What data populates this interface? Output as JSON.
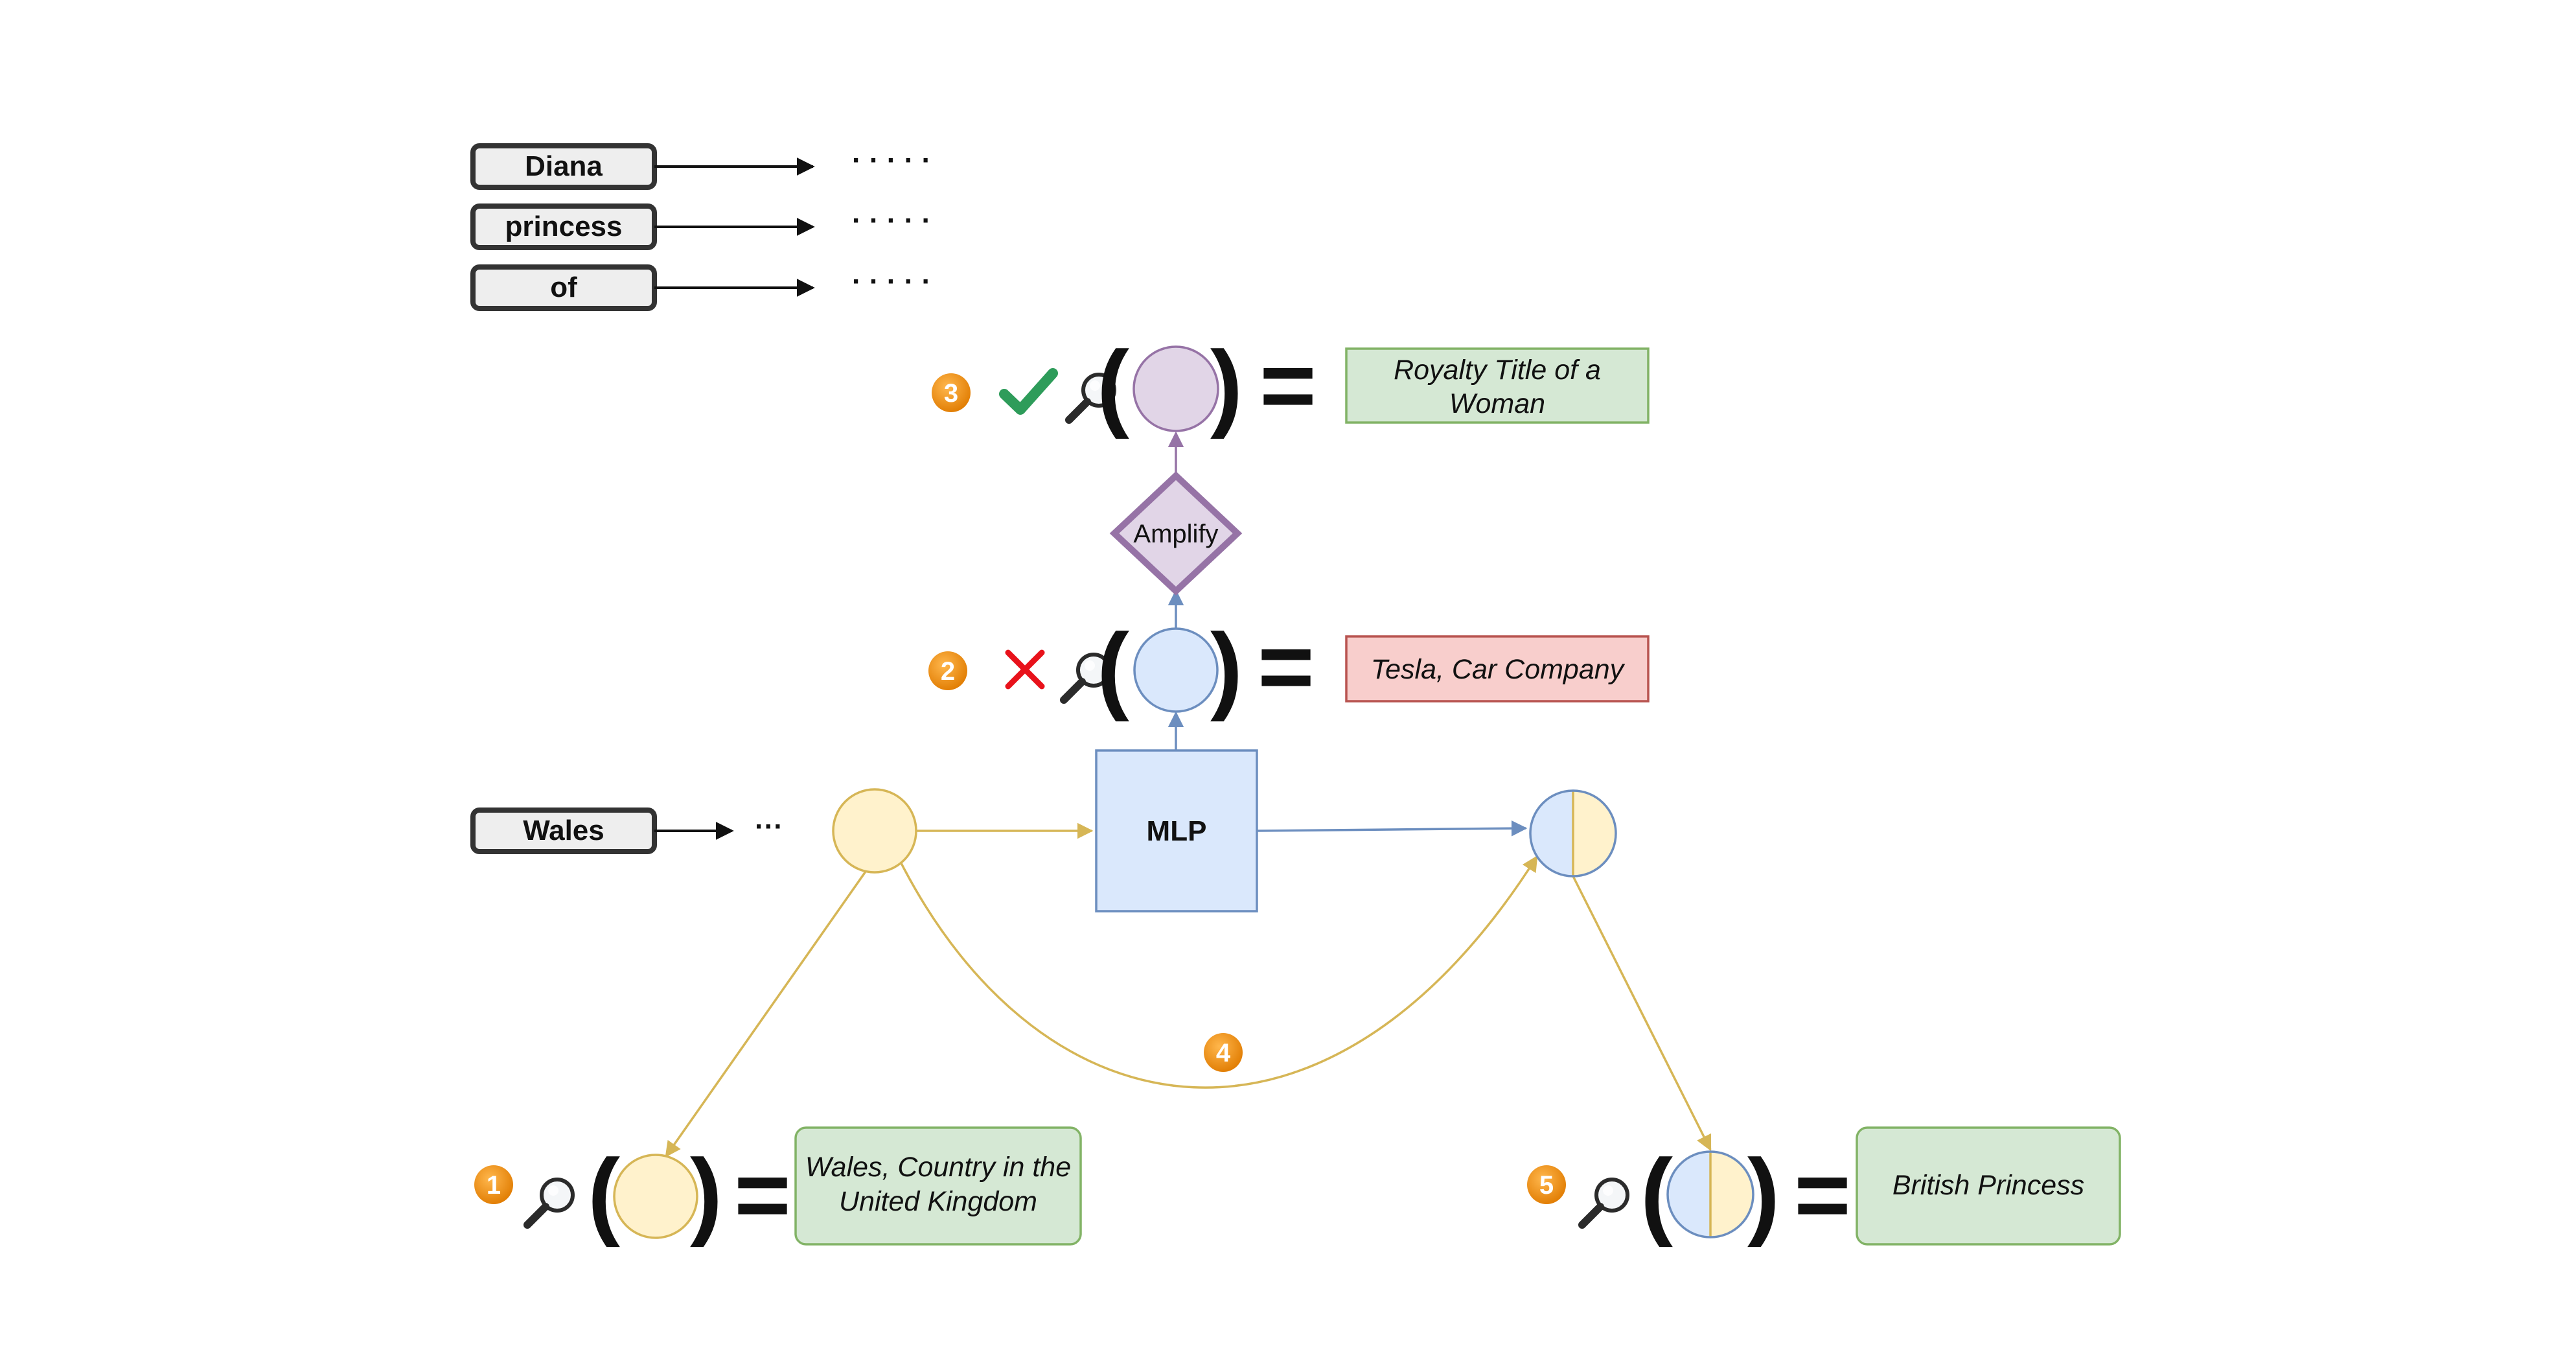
{
  "tokens": [
    {
      "label": "Diana",
      "continuation": "· · · · ·"
    },
    {
      "label": "princess",
      "continuation": "· · · · ·"
    },
    {
      "label": "of",
      "continuation": "· · · · ·"
    },
    {
      "label": "Wales",
      "continuation": "···"
    }
  ],
  "nodes": {
    "mlp": "MLP",
    "amplify": "Amplify"
  },
  "steps": [
    {
      "number": "1",
      "result": [
        "Wales, Country in the",
        "United Kingdom"
      ],
      "result_color": "#d5e8d4"
    },
    {
      "number": "2",
      "mark": "cross",
      "result": [
        "Tesla, Car Company"
      ],
      "result_color": "#f8cecc"
    },
    {
      "number": "3",
      "mark": "check",
      "result": [
        "Royalty Title of a",
        "Woman"
      ],
      "result_color": "#d5e8d4"
    },
    {
      "number": "4"
    },
    {
      "number": "5",
      "result": [
        "British Princess"
      ],
      "result_color": "#d5e8d4"
    }
  ],
  "colors": {
    "yellow_fill": "#fff2cc",
    "yellow_stroke": "#d6b656",
    "blue_fill": "#dae8fc",
    "blue_stroke": "#6c8ebf",
    "purple_fill": "#e1d5e7",
    "purple_stroke": "#9673a6",
    "badge": "#e58a00",
    "check": "#2e9c5a",
    "cross": "#e8121b"
  }
}
